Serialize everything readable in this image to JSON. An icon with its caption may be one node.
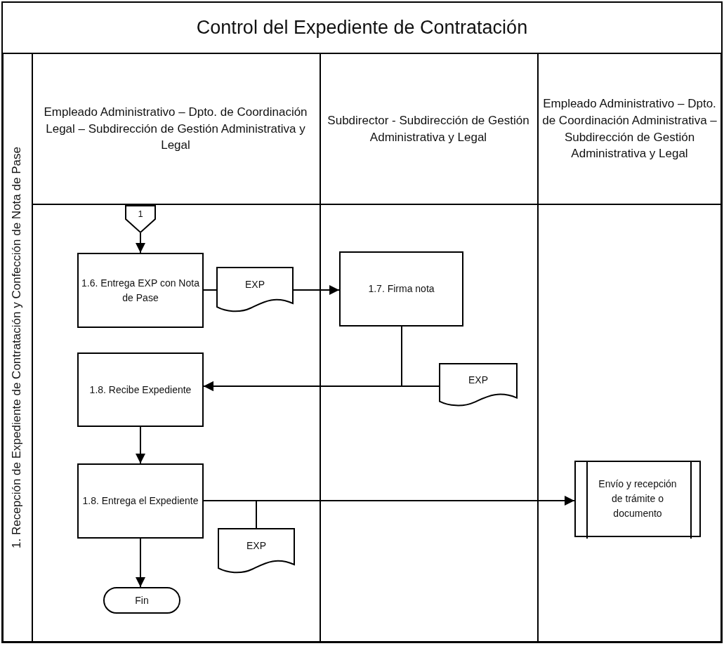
{
  "diagram": {
    "title": "Control del Expediente de Contratación",
    "nodes": [
      {
        "text": [
          "1.  Recepción de Expediente de Contratación y Confección de Nota de Pase"
        ]
      },
      {
        "text": [
          "Empleado Administrativo – Dpto. de Coordinación Legal – Subdirección de Gestión Administrativa y Legal"
        ],
        "in": 0
      },
      {
        "text": [
          "Subdirector - Subdirección de Gestión Administrativa y Legal"
        ],
        "in": 0
      },
      {
        "text": [
          "Empleado Administrativo – Dpto. de Coordinación Administrativa – Subdirección de Gestión Administrativa y Legal"
        ],
        "in": 0
      },
      {
        "text": [
          "1"
        ],
        "in": 1
      },
      {
        "text": [
          "1.6. Entrega EXP con Nota de Pase"
        ],
        "in": 1
      },
      {
        "text": [
          "EXP"
        ],
        "in": 1
      },
      {
        "text": [
          "1.7. Firma nota"
        ],
        "in": 2
      },
      {
        "text": [
          "EXP"
        ],
        "in": 2
      },
      {
        "text": [
          "1.8. Recibe Expediente"
        ],
        "in": 1
      },
      {
        "text": [
          "1.8. Entrega el Expediente"
        ],
        "in": 1
      },
      {
        "text": [
          "EXP"
        ],
        "in": 1
      },
      {
        "text": [
          "Envío y recepción de trámite o documento"
        ],
        "in": 3
      },
      {
        "text": [
          "Fin"
        ],
        "in": 1
      }
    ],
    "edges": [
      {
        "from": 4,
        "to": 5,
        "arrow": "to"
      },
      {
        "from": 5,
        "to": 6,
        "arrow": "none"
      },
      {
        "from": 6,
        "to": 7,
        "arrow": "to"
      },
      {
        "from": 7,
        "to": 9,
        "arrow": "to"
      },
      {
        "from": 8,
        "to": 9,
        "arrow": "to"
      },
      {
        "from": 9,
        "to": 10,
        "arrow": "to"
      },
      {
        "from": 10,
        "to": 12,
        "arrow": "to"
      },
      {
        "from": 10,
        "to": 11,
        "arrow": "none"
      },
      {
        "from": 10,
        "to": 13,
        "arrow": "to"
      }
    ]
  }
}
